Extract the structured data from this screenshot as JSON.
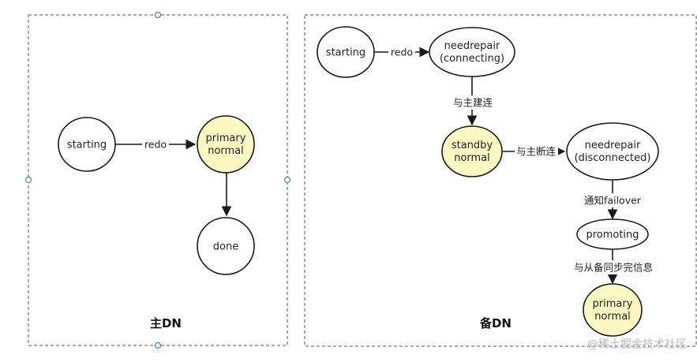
{
  "colors": {
    "highlight_fill": "#fdf7c1",
    "plain_fill": "#ffffff",
    "stroke": "#1a1a1a",
    "panel_border": "#555555",
    "handle": "#3a86c8",
    "watermark": "#b8b8b8"
  },
  "primary_panel": {
    "title": "主DN",
    "nodes": {
      "starting": {
        "lines": [
          "starting"
        ],
        "highlighted": false
      },
      "primary": {
        "lines": [
          "primary",
          "normal"
        ],
        "highlighted": true
      },
      "done": {
        "lines": [
          "done"
        ],
        "highlighted": false
      }
    },
    "edges": [
      {
        "from": "starting",
        "to": "primary",
        "label": "redo"
      },
      {
        "from": "primary",
        "to": "done",
        "label": ""
      }
    ]
  },
  "standby_panel": {
    "title": "备DN",
    "nodes": {
      "starting": {
        "lines": [
          "starting"
        ],
        "highlighted": false
      },
      "needrepair_connecting": {
        "lines": [
          "needrepair",
          "(connecting)"
        ],
        "highlighted": false
      },
      "standby": {
        "lines": [
          "standby",
          "normal"
        ],
        "highlighted": true
      },
      "needrepair_disconnected": {
        "lines": [
          "needrepair",
          "(disconnected)"
        ],
        "highlighted": false
      },
      "promoting": {
        "lines": [
          "promoting"
        ],
        "highlighted": false
      },
      "primary": {
        "lines": [
          "primary",
          "normal"
        ],
        "highlighted": true
      }
    },
    "edges": [
      {
        "from": "starting",
        "to": "needrepair_connecting",
        "label": "redo"
      },
      {
        "from": "needrepair_connecting",
        "to": "standby",
        "label": "与主建连"
      },
      {
        "from": "standby",
        "to": "needrepair_disconnected",
        "label": "与主断连"
      },
      {
        "from": "needrepair_disconnected",
        "to": "promoting",
        "label": "通知failover"
      },
      {
        "from": "promoting",
        "to": "primary",
        "label": "与从备同步完信息"
      }
    ]
  },
  "watermark": "@稀土掘金技术社区"
}
